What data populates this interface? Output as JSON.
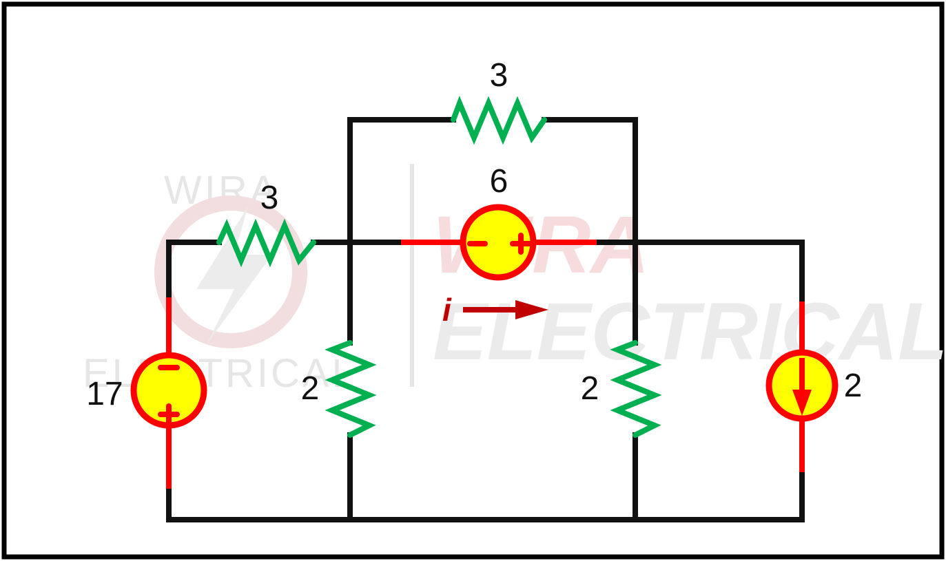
{
  "watermark": {
    "small_top": "WIRA",
    "small_bottom": "ELECTRICAL",
    "big_top": "WIRA",
    "big_bottom": "ELECTRICAL"
  },
  "components": {
    "top_resistor": {
      "value": "3"
    },
    "left_resistor": {
      "value": "3"
    },
    "voltage_source_dependent": {
      "value": "6",
      "polarity_left": "-",
      "polarity_right": "+"
    },
    "voltage_source_left": {
      "value": "17",
      "polarity_top": "-",
      "polarity_bottom": "+"
    },
    "middle_left_resistor": {
      "value": "2"
    },
    "middle_right_resistor": {
      "value": "2"
    },
    "current_source": {
      "value": "2",
      "direction": "down"
    }
  },
  "current_label": "i",
  "colors": {
    "wire": "#111111",
    "source_wire": "#ff0000",
    "resistor": "#00b050",
    "source_fill": "#ffff00",
    "current_arrow": "#c00000"
  }
}
